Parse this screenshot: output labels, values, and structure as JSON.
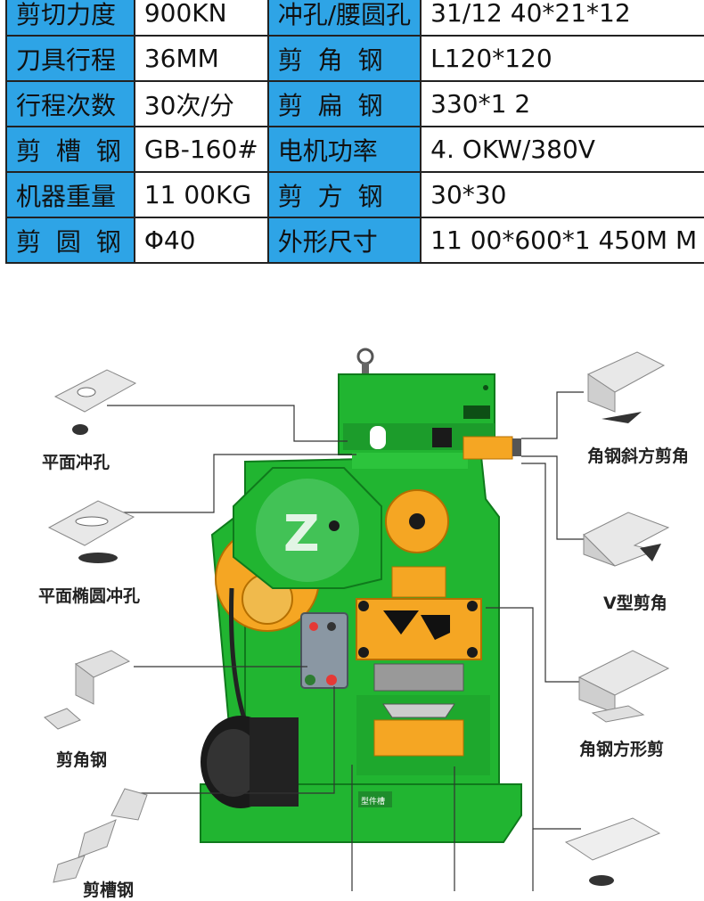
{
  "specs": [
    {
      "label": "剪切力度",
      "value": "900KN",
      "label2": "冲孔/腰圆孔",
      "value2": "31/12 40*21*12"
    },
    {
      "label": "刀具行程",
      "value": "36MM",
      "label2": "剪  角  钢",
      "value2": "L120*120"
    },
    {
      "label": "行程次数",
      "value": "30次/分",
      "label2": "剪  扁  钢",
      "value2": "330*1 2"
    },
    {
      "label": "剪 槽 钢",
      "value": "GB-160#",
      "label2": "电机功率",
      "value2": "4. OKW/380V"
    },
    {
      "label": "机器重量",
      "value": "11 00KG",
      "label2": "剪 方 钢",
      "value2": "30*30"
    },
    {
      "label": "剪 圆 钢",
      "value": "Φ40",
      "label2": "外形尺寸",
      "value2": "11 00*600*1 450M M"
    }
  ],
  "callouts": {
    "flat_punch": "平面冲孔",
    "oval_punch": "平面椭圆冲孔",
    "cut_angle": "剪角钢",
    "cut_channel": "剪槽钢",
    "angle_bevel": "角钢斜方剪角",
    "v_cut": "V型剪角",
    "angle_square": "角钢方形剪"
  },
  "panel_text": "型件槽",
  "colors": {
    "header_blue": "#2ea4e6",
    "machine_green": "#21b531",
    "accent_orange": "#f5a623",
    "control_box": "#8a97a3"
  }
}
